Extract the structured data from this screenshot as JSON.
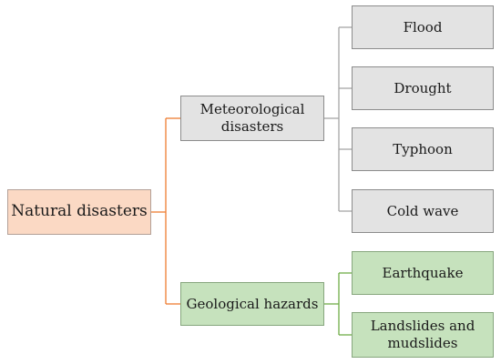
{
  "diagram": {
    "root": {
      "label": "Natural disasters"
    },
    "branches": [
      {
        "label": "Meteorological disasters",
        "leaves": [
          "Flood",
          "Drought",
          "Typhoon",
          "Cold wave"
        ]
      },
      {
        "label": "Geological hazards",
        "leaves": [
          "Earthquake",
          "Landslides and mudslides"
        ]
      }
    ],
    "colors": {
      "root_fill": "#fbd9c4",
      "meteorological_fill": "#e3e3e3",
      "geological_fill": "#c6e2bd",
      "root_connector": "#ed7d31",
      "meteorological_connector": "#a6a6a6",
      "geological_connector": "#70ad47"
    }
  }
}
